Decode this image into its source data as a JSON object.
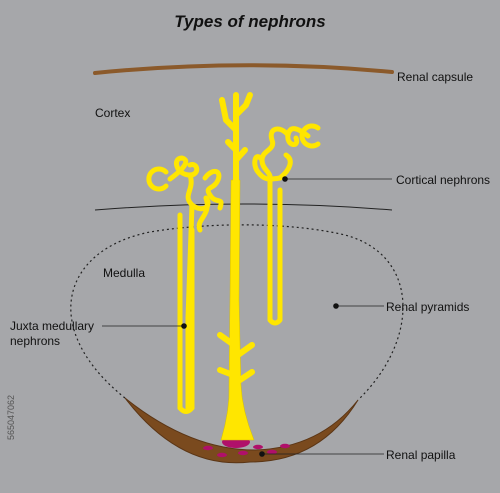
{
  "title": "Types of nephrons",
  "labels": {
    "renal_capsule": "Renal capsule",
    "cortex": "Cortex",
    "cortical_nephrons": "Cortical nephrons",
    "medulla": "Medulla",
    "renal_pyramids": "Renal pyramids",
    "juxta_line1": "Juxta medullary",
    "juxta_line2": "nephrons",
    "renal_papilla": "Renal papilla"
  },
  "watermark_id": "565047062",
  "colors": {
    "background": "#a6a7aa",
    "nephron": "#ffe600",
    "capsule": "#8b5a2b",
    "papilla_tissue": "#7a4a1e",
    "papilla_spots": "#b0106a",
    "lines": "#222222"
  }
}
